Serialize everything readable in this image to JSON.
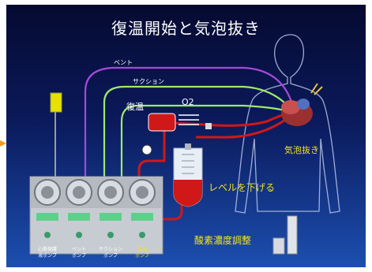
{
  "title": "復温開始と気泡抜き",
  "lines": {
    "vent": "ベント",
    "suction": "サクション",
    "rewarm": "復温",
    "o2": "O2"
  },
  "labels": {
    "bubble": "気泡抜き",
    "level": "レベルを下げる",
    "oxygen": "酸素濃度調整"
  },
  "pumps": [
    {
      "line1": "心筋保護",
      "line2": "液ポンプ"
    },
    {
      "line1": "ベント",
      "line2": "ポンプ"
    },
    {
      "line1": "サクション",
      "line2": "ポンプ"
    },
    {
      "line1": "送血",
      "line2": "ポンプ"
    }
  ],
  "colors": {
    "vent": "#a64ad8",
    "suction": "#9ee86a",
    "arterial": "#d01818",
    "label_yellow": "#f2e21a",
    "bag_yellow": "#e8e100"
  }
}
